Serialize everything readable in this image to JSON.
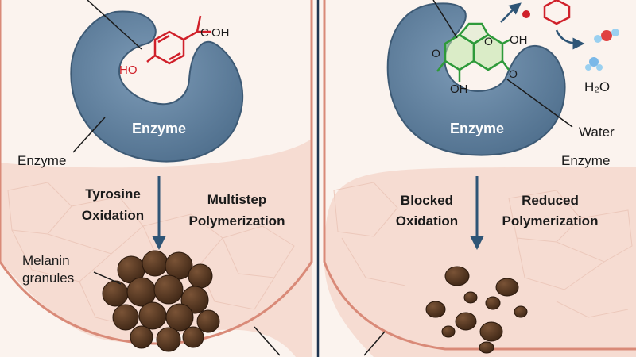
{
  "left_panel": {
    "enzyme_inner_label": "Enzyme",
    "enzyme_callout_label": "Enzyme",
    "step1_line1": "Tyrosine",
    "step1_line2": "Oxidation",
    "step2_line1": "Multistep",
    "step2_line2": "Polymerization",
    "melanin_line1": "Melanin",
    "melanin_line2": "granules",
    "substrate_hydroxyl": "HO",
    "substrate_acid": "OH",
    "substrate_carbon": "C"
  },
  "right_panel": {
    "enzyme_inner_label": "Enzyme",
    "water_label": "Water",
    "enzyme_callout_label": "Enzyme",
    "water_formula": "H₂O",
    "step1_line1": "Blocked",
    "step1_line2": "Oxidation",
    "step2_line1": "Reduced",
    "step2_line2": "Polymerization",
    "inhibitor_oh_top": "OH",
    "inhibitor_oh_bottom": "OH",
    "inhibitor_o_right": "O",
    "inhibitor_o_ring": "O",
    "inhibitor_o_left": "O"
  },
  "colors": {
    "enzyme": "#5e7d9a",
    "substrate": "#d0202a",
    "inhibitor": "#2e9a3a",
    "melanin": "#4a3020",
    "cell_wall": "#d98a78",
    "arrow": "#2f5576"
  }
}
